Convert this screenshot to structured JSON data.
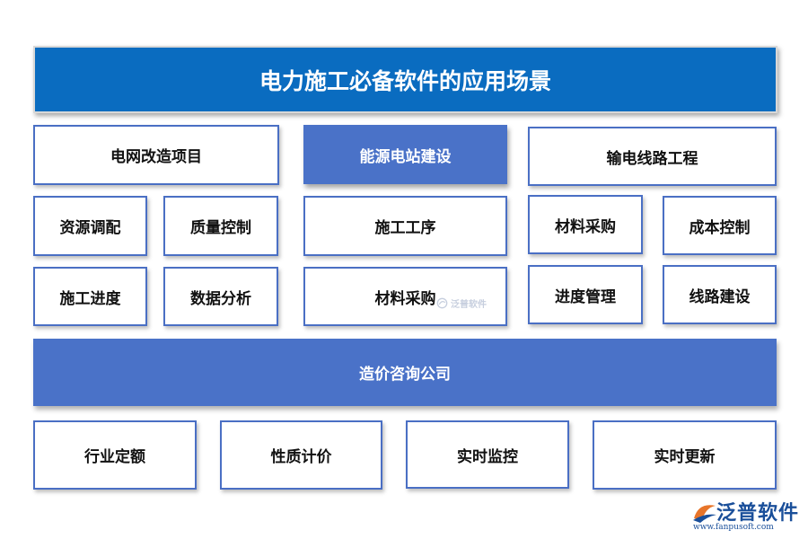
{
  "title": "电力施工必备软件的应用场景",
  "sections": {
    "left_header": "电网改造项目",
    "center_header": "能源电站建设",
    "right_header": "输电线路工程"
  },
  "left_items": [
    "资源调配",
    "质量控制",
    "施工进度",
    "数据分析"
  ],
  "center_items": [
    "施工工序",
    "材料采购"
  ],
  "right_items": [
    "材料采购",
    "成本控制",
    "进度管理",
    "线路建设"
  ],
  "middle_bar": "造价咨询公司",
  "bottom_items": [
    "行业定额",
    "性质计价",
    "实时监控",
    "实时更新"
  ],
  "watermark": "泛普软件",
  "logo": {
    "name": "泛普软件",
    "url": "www.fanpusoft.com"
  },
  "colors": {
    "title_bg": "#0a6cc0",
    "accent_fill": "#4a72c8",
    "border": "#4a6fc4",
    "logo_orange": "#e8752a",
    "logo_blue": "#1a4f9a"
  }
}
